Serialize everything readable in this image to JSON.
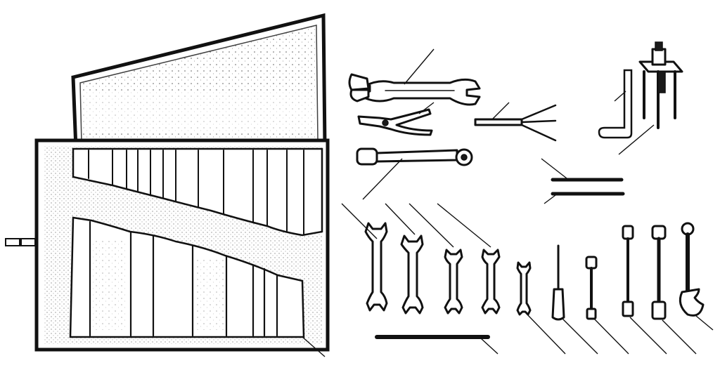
{
  "diagram": {
    "kind": "tool-kit-illustration",
    "colors": {
      "ink": "#111111",
      "paper": "#ffffff"
    },
    "items": [
      {
        "name": "tool-roll-pouch",
        "icon": "tool-roll-icon"
      },
      {
        "name": "double-open-end-wrench-large",
        "icon": "wrench-icon"
      },
      {
        "name": "pliers",
        "icon": "pliers-icon"
      },
      {
        "name": "feeler-gauge",
        "icon": "feeler-gauge-icon"
      },
      {
        "name": "hex-key",
        "icon": "hex-key-icon"
      },
      {
        "name": "wheel-puller",
        "icon": "puller-icon"
      },
      {
        "name": "box-spanner",
        "icon": "box-spanner-icon"
      },
      {
        "name": "tommy-bars",
        "icon": "bar-icon"
      },
      {
        "name": "open-end-wrenches",
        "icon": "wrench-icon",
        "count": 5
      },
      {
        "name": "screwdriver",
        "icon": "screwdriver-icon"
      },
      {
        "name": "tube-spanners",
        "icon": "tube-spanner-icon",
        "count": 3
      },
      {
        "name": "c-spanner",
        "icon": "c-spanner-icon"
      },
      {
        "name": "long-bar",
        "icon": "bar-icon"
      }
    ]
  }
}
